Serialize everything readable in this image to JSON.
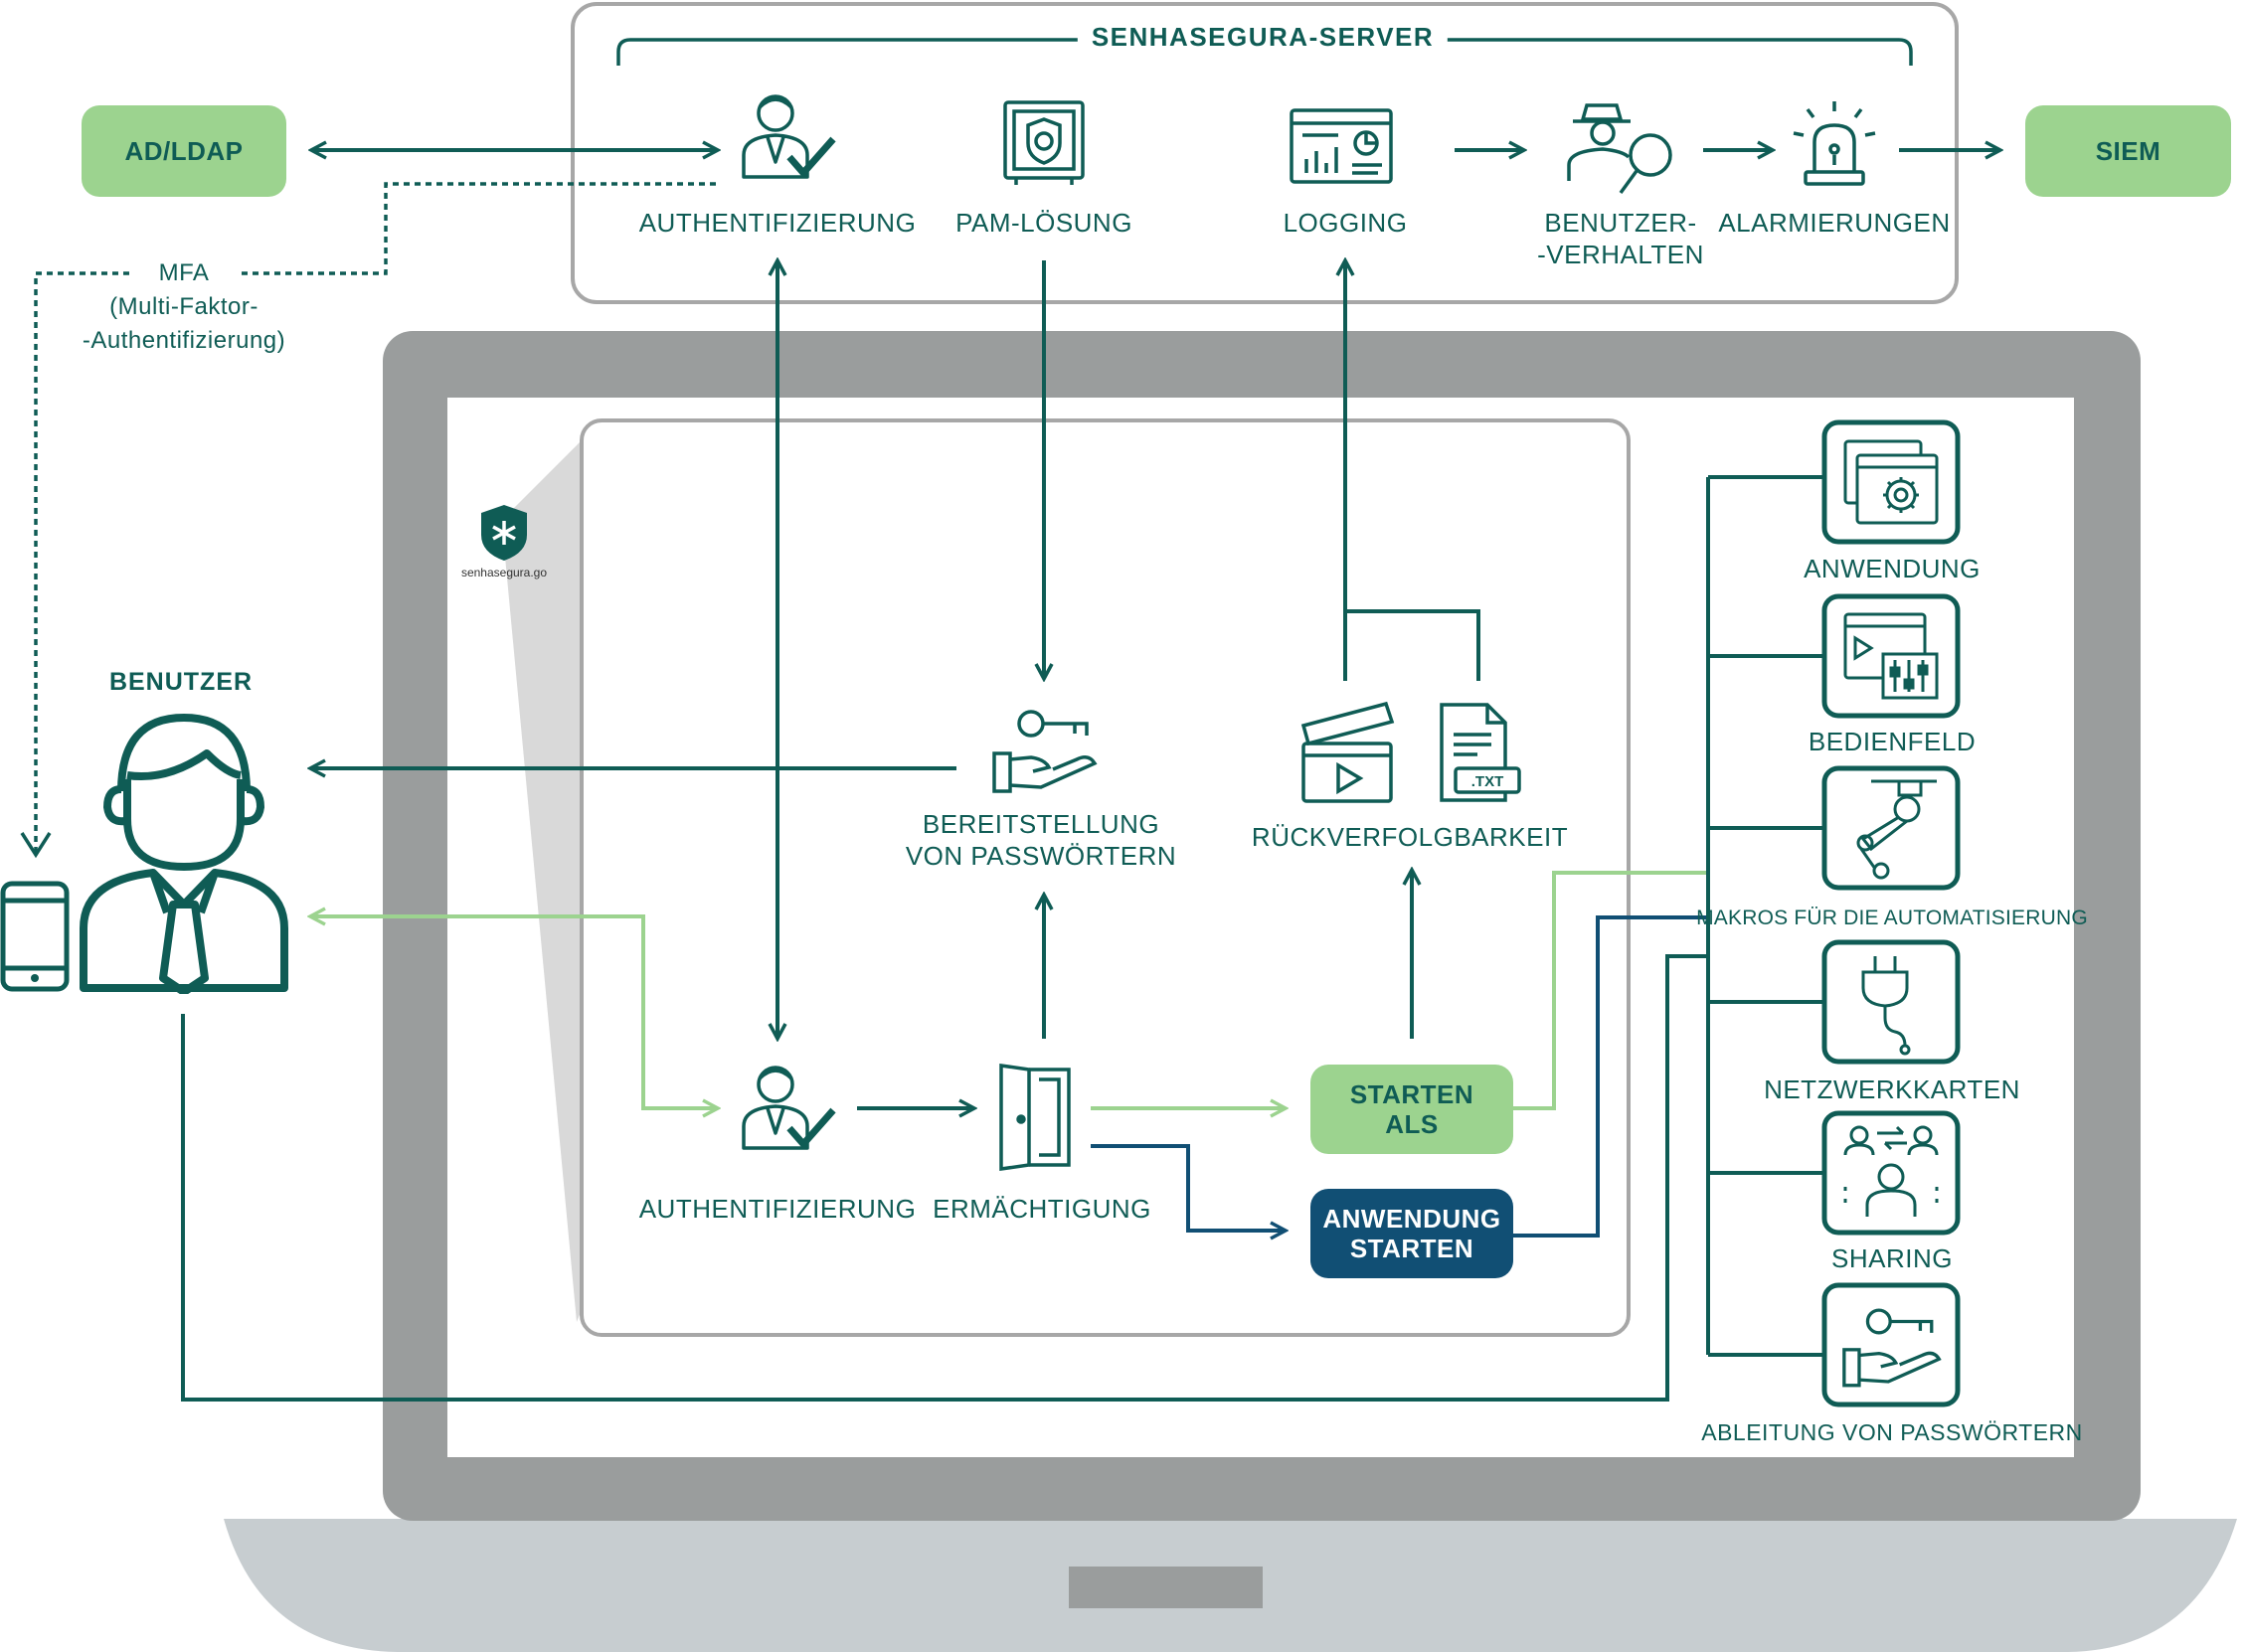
{
  "server": {
    "title": "SENHASEGURA-SERVER"
  },
  "pills": {
    "ad_ldap": "AD/LDAP",
    "siem": "SIEM",
    "starten_als": "STARTEN\nALS",
    "anwendung_starten": "ANWENDUNG\nSTARTEN"
  },
  "server_nodes": {
    "auth": "AUTHENTIFIZIERUNG",
    "pam": "PAM-LÖSUNG",
    "logging": "LOGGING",
    "behavior": "BENUTZER-\n-VERHALTEN",
    "alarms": "ALARMIERUNGEN"
  },
  "mfa": "MFA\n(Multi-Faktor-\n-Authentifizierung)",
  "user": {
    "title": "BENUTZER"
  },
  "brand": "senhasegura.go",
  "session": {
    "password_delivery": "BEREITSTELLUNG\nVON PASSWÖRTERN",
    "traceability": "RÜCKVERFOLGBARKEIT",
    "auth": "AUTHENTIFIZIERUNG",
    "authorization": "ERMÄCHTIGUNG"
  },
  "right_panel": [
    "ANWENDUNG",
    "BEDIENFELD",
    "MAKROS FÜR DIE AUTOMATISIERUNG",
    "NETZWERKKARTEN",
    "SHARING",
    "ABLEITUNG VON PASSWÖRTERN"
  ],
  "icons": [
    "user-check-icon",
    "safe-icon",
    "dashboard-icon",
    "spy-icon",
    "alarm-light-icon",
    "key-hand-icon",
    "clapperboard-icon",
    "txt-file-icon",
    "door-icon",
    "user-icon",
    "phone-icon",
    "shield-icon",
    "app-gear-icon",
    "control-panel-icon",
    "robot-arm-icon",
    "plug-icon",
    "sharing-icon"
  ],
  "colors": {
    "teal": "#0f5c55",
    "light_green": "#9cd38f",
    "navy": "#114f74",
    "laptop_bezel": "#9a9d9d",
    "laptop_base": "#c7cdd0"
  }
}
